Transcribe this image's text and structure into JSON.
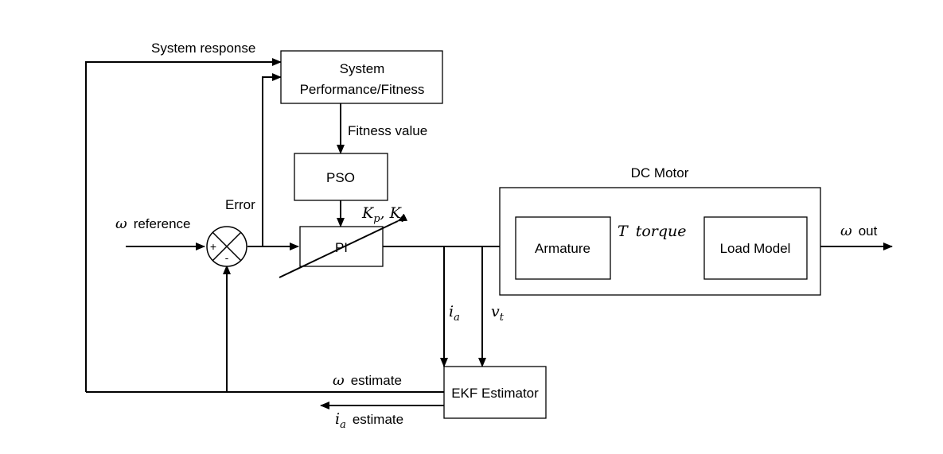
{
  "labels": {
    "system_response": "System response",
    "perf_line1": "System",
    "perf_line2": "Performance/Fitness",
    "fitness_value": "Fitness value",
    "pso": "PSO",
    "dc_motor": "DC Motor",
    "error": "Error",
    "omega_ref_symbol": "ω",
    "omega_ref_text": "reference",
    "kp_ki": "Kp, Ki",
    "pi": "PI",
    "armature": "Armature",
    "torque_symbol": "T",
    "torque_text": "torque",
    "load_model": "Load Model",
    "omega_out_symbol": "ω",
    "omega_out_text": "out",
    "ia": "ia",
    "vt": "vt",
    "omega_est_symbol": "ω",
    "omega_est_text": "estimate",
    "ia_est_symbol": "ia",
    "ia_est_text": "estimate",
    "ekf": "EKF Estimator",
    "plus": "+",
    "minus": "-"
  }
}
